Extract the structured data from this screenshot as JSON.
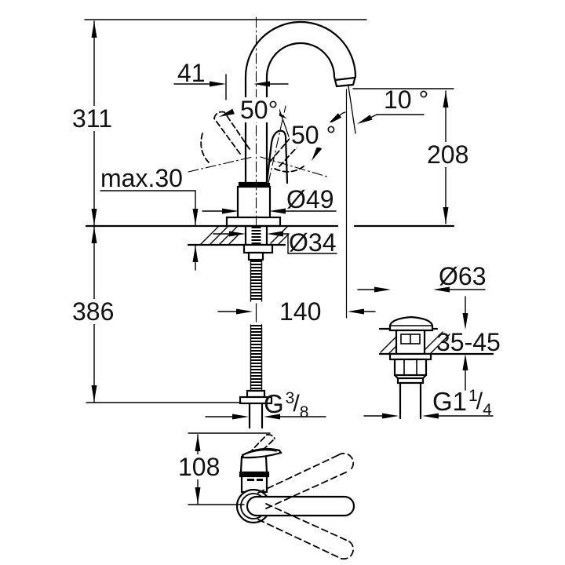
{
  "drawing_title": "faucet-installation-dimension-drawing",
  "colors": {
    "line": "#000000",
    "text": "#111111",
    "background": "#ffffff"
  },
  "labels": {
    "total_height": "311",
    "handle_offset": "41",
    "handle_angle_left": "50°",
    "handle_angle_right": "50 °",
    "spout_stream_angle": "10 °",
    "deck_thickness_max": "max.30",
    "body_diameter": "Ø49",
    "hole_diameter": "Ø34",
    "outlet_height": "208",
    "hose_length": "386",
    "spout_reach": "140",
    "drain_flange_diameter": "Ø63",
    "counter_thickness_range": "35-45",
    "lever_height": "108",
    "supply_thread": {
      "base": "G",
      "sup": "3",
      "slash": "/",
      "sub": "8"
    },
    "drain_thread": {
      "base": "G1",
      "sup": "1",
      "slash": "/",
      "sub": "4"
    }
  }
}
